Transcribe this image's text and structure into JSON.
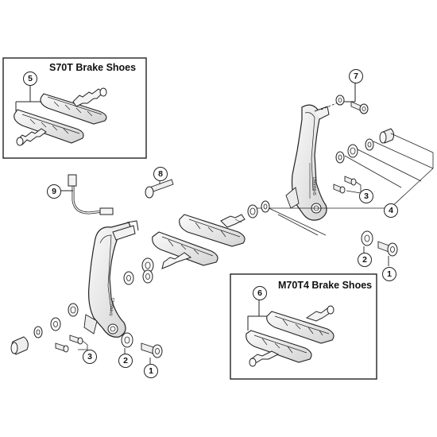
{
  "boxes": {
    "s70t_title": "S70T Brake Shoes",
    "m70t4_title": "M70T4 Brake Shoes"
  },
  "callouts": {
    "c1_right": "1",
    "c1_left": "1",
    "c2_right": "2",
    "c2_left": "2",
    "c3_right": "3",
    "c3_left": "3",
    "c4": "4",
    "c5": "5",
    "c6": "6",
    "c7": "7",
    "c8": "8",
    "c9": "9"
  },
  "arm_brand": "SHIMANO",
  "colors": {
    "line": "#222222",
    "part_fill": "#f2f2f2",
    "part_shade": "#d9d9d9",
    "box_border": "#222222"
  }
}
